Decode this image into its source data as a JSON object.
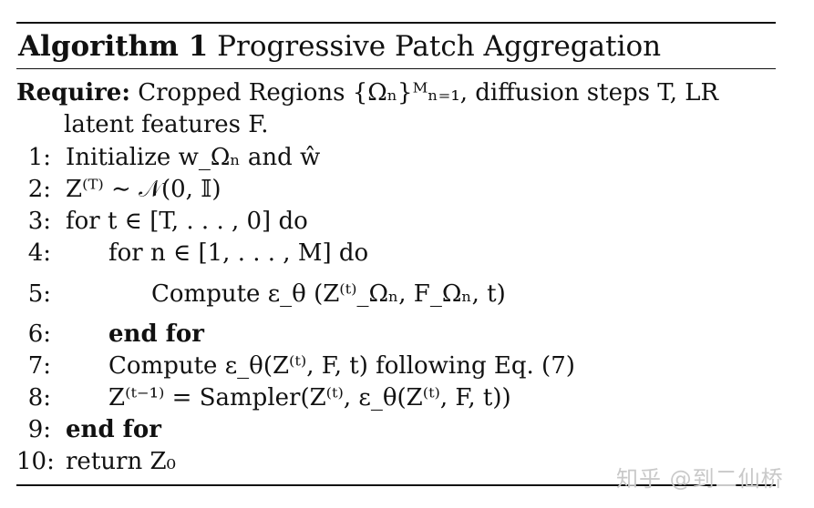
{
  "algorithm": {
    "caption_label": "Algorithm 1",
    "caption_title": "Progressive Patch Aggregation",
    "require_label": "Require:",
    "require_line1": "Cropped Regions {Ωₙ}ᴹₙ₌₁, diffusion steps T, LR",
    "require_line2": "latent features F.",
    "lines": [
      {
        "num": "1:",
        "text": "Initialize w_Ωₙ and ŵ"
      },
      {
        "num": "2:",
        "text": "Z⁽ᵀ⁾ ∼ 𝒩(0, 𝕀)"
      },
      {
        "num": "3:",
        "text": "for t ∈ [T, . . . , 0] do"
      },
      {
        "num": "4:",
        "text": "for n ∈ [1, . . . , M] do"
      },
      {
        "num": "5:",
        "text": "Compute ε_θ (Z⁽ᵗ⁾_Ωₙ, F_Ωₙ, t)"
      },
      {
        "num": "6:",
        "text": "end for"
      },
      {
        "num": "7:",
        "text": "Compute ε_θ(Z⁽ᵗ⁾, F, t) following Eq. (7)"
      },
      {
        "num": "8:",
        "text": "Z⁽ᵗ⁻¹⁾ = Sampler(Z⁽ᵗ⁾, ε_θ(Z⁽ᵗ⁾, F, t))"
      },
      {
        "num": "9:",
        "text": "end for"
      },
      {
        "num": "10:",
        "text": "return Z₀"
      }
    ],
    "eq_ref": "7",
    "colors": {
      "text": "#111111",
      "eq_ref": "#cc1111",
      "watermark": "#c9c9c9"
    }
  },
  "watermark": {
    "text": "知乎 @到二仙桥"
  }
}
